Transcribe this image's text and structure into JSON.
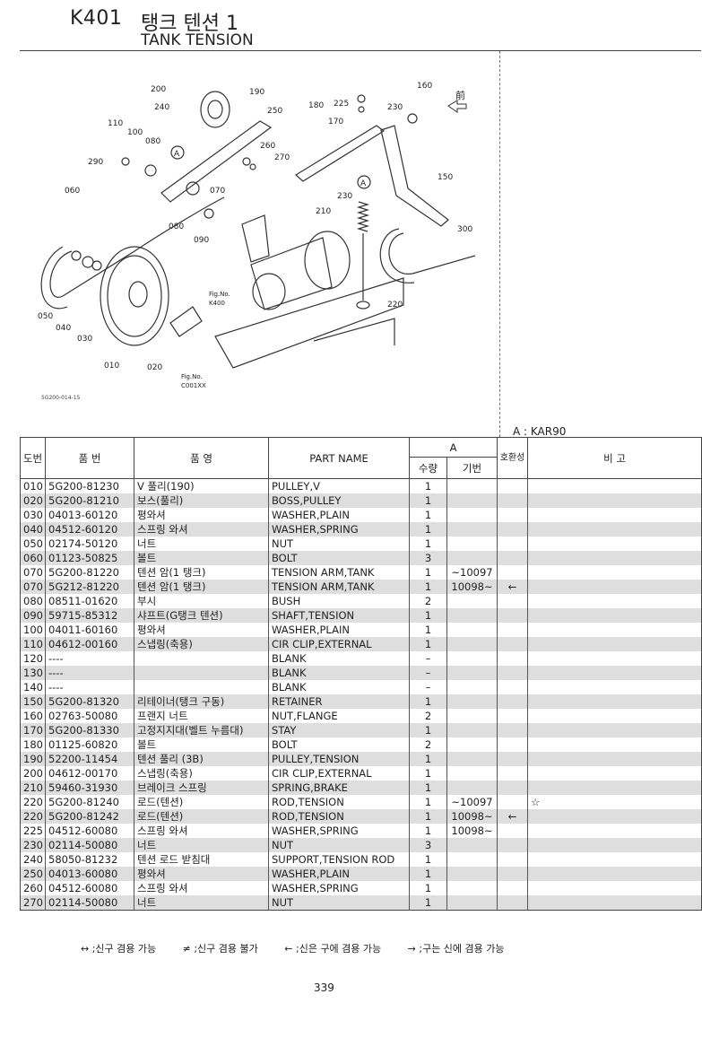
{
  "header": {
    "code": "K401",
    "title_ko": "탱크 텐션 1",
    "title_en": "TANK TENSION"
  },
  "diagram": {
    "labels": [
      "200",
      "190",
      "240",
      "250",
      "180",
      "225",
      "230",
      "160",
      "前",
      "110",
      "100",
      "080",
      "260",
      "270",
      "170",
      "290",
      "070",
      "150",
      "060",
      "230",
      "210",
      "080",
      "090",
      "300",
      "050",
      "040",
      "030",
      "010",
      "020",
      "220",
      "A",
      "A"
    ],
    "fig_refs": [
      {
        "line1": "Fig.No.",
        "line2": "K400"
      },
      {
        "line1": "Fig.No.",
        "line2": "C001XX"
      }
    ],
    "figure_code": "5G200-014-15"
  },
  "variant_label": "A : KAR90",
  "table": {
    "headers": {
      "no": "도번",
      "part_no": "품 번",
      "name_ko": "품 영",
      "part_name": "PART NAME",
      "group_a": "A",
      "qty": "수량",
      "serial": "기번",
      "compat": "호환성",
      "remarks": "비 고"
    },
    "rows": [
      {
        "no": "010",
        "part": "5G200-81230",
        "ko": "V 풀리(190)",
        "en": "PULLEY,V",
        "qty": "1",
        "serial": "",
        "compat": "",
        "remark": ""
      },
      {
        "no": "020",
        "part": "5G200-81210",
        "ko": "보스(풀리)",
        "en": "BOSS,PULLEY",
        "qty": "1",
        "serial": "",
        "compat": "",
        "remark": ""
      },
      {
        "no": "030",
        "part": "04013-60120",
        "ko": "평와셔",
        "en": "WASHER,PLAIN",
        "qty": "1",
        "serial": "",
        "compat": "",
        "remark": ""
      },
      {
        "no": "040",
        "part": "04512-60120",
        "ko": "스프링 와셔",
        "en": "WASHER,SPRING",
        "qty": "1",
        "serial": "",
        "compat": "",
        "remark": ""
      },
      {
        "no": "050",
        "part": "02174-50120",
        "ko": "너트",
        "en": "NUT",
        "qty": "1",
        "serial": "",
        "compat": "",
        "remark": ""
      },
      {
        "no": "060",
        "part": "01123-50825",
        "ko": "볼트",
        "en": "BOLT",
        "qty": "3",
        "serial": "",
        "compat": "",
        "remark": ""
      },
      {
        "no": "070",
        "part": "5G200-81220",
        "ko": "텐션 암(1 탱크)",
        "en": "TENSION ARM,TANK",
        "qty": "1",
        "serial": "~10097",
        "compat": "",
        "remark": ""
      },
      {
        "no": "070",
        "part": "5G212-81220",
        "ko": "텐션 암(1 탱크)",
        "en": "TENSION ARM,TANK",
        "qty": "1",
        "serial": "10098~",
        "compat": "←",
        "remark": ""
      },
      {
        "no": "080",
        "part": "08511-01620",
        "ko": "부시",
        "en": "BUSH",
        "qty": "2",
        "serial": "",
        "compat": "",
        "remark": ""
      },
      {
        "no": "090",
        "part": "59715-85312",
        "ko": "샤프트(G탱크 텐션)",
        "en": "SHAFT,TENSION",
        "qty": "1",
        "serial": "",
        "compat": "",
        "remark": ""
      },
      {
        "no": "100",
        "part": "04011-60160",
        "ko": "평와셔",
        "en": "WASHER,PLAIN",
        "qty": "1",
        "serial": "",
        "compat": "",
        "remark": ""
      },
      {
        "no": "110",
        "part": "04612-00160",
        "ko": "스냅링(축용)",
        "en": "CIR CLIP,EXTERNAL",
        "qty": "1",
        "serial": "",
        "compat": "",
        "remark": ""
      },
      {
        "no": "120",
        "part": "----",
        "ko": "",
        "en": "BLANK",
        "qty": "–",
        "serial": "",
        "compat": "",
        "remark": ""
      },
      {
        "no": "130",
        "part": "----",
        "ko": "",
        "en": "BLANK",
        "qty": "–",
        "serial": "",
        "compat": "",
        "remark": ""
      },
      {
        "no": "140",
        "part": "----",
        "ko": "",
        "en": "BLANK",
        "qty": "–",
        "serial": "",
        "compat": "",
        "remark": ""
      },
      {
        "no": "150",
        "part": "5G200-81320",
        "ko": "리테이너(탱크 구동)",
        "en": "RETAINER",
        "qty": "1",
        "serial": "",
        "compat": "",
        "remark": ""
      },
      {
        "no": "160",
        "part": "02763-50080",
        "ko": "프랜지 너트",
        "en": "NUT,FLANGE",
        "qty": "2",
        "serial": "",
        "compat": "",
        "remark": ""
      },
      {
        "no": "170",
        "part": "5G200-81330",
        "ko": "고정지지대(벨트 누름대)",
        "en": "STAY",
        "qty": "1",
        "serial": "",
        "compat": "",
        "remark": ""
      },
      {
        "no": "180",
        "part": "01125-60820",
        "ko": "볼트",
        "en": "BOLT",
        "qty": "2",
        "serial": "",
        "compat": "",
        "remark": ""
      },
      {
        "no": "190",
        "part": "52200-11454",
        "ko": "텐션 풀리 (3B)",
        "en": "PULLEY,TENSION",
        "qty": "1",
        "serial": "",
        "compat": "",
        "remark": ""
      },
      {
        "no": "200",
        "part": "04612-00170",
        "ko": "스냅링(축용)",
        "en": "CIR CLIP,EXTERNAL",
        "qty": "1",
        "serial": "",
        "compat": "",
        "remark": ""
      },
      {
        "no": "210",
        "part": "59460-31930",
        "ko": "브레이크 스프링",
        "en": "SPRING,BRAKE",
        "qty": "1",
        "serial": "",
        "compat": "",
        "remark": ""
      },
      {
        "no": "220",
        "part": "5G200-81240",
        "ko": "로드(텐션)",
        "en": "ROD,TENSION",
        "qty": "1",
        "serial": "~10097",
        "compat": "",
        "remark": "☆"
      },
      {
        "no": "220",
        "part": "5G200-81242",
        "ko": "로드(텐션)",
        "en": "ROD,TENSION",
        "qty": "1",
        "serial": "10098~",
        "compat": "←",
        "remark": ""
      },
      {
        "no": "225",
        "part": "04512-60080",
        "ko": "스프링 와셔",
        "en": "WASHER,SPRING",
        "qty": "1",
        "serial": "10098~",
        "compat": "",
        "remark": ""
      },
      {
        "no": "230",
        "part": "02114-50080",
        "ko": "너트",
        "en": "NUT",
        "qty": "3",
        "serial": "",
        "compat": "",
        "remark": ""
      },
      {
        "no": "240",
        "part": "58050-81232",
        "ko": "텐션 로드 받침대",
        "en": "SUPPORT,TENSION ROD",
        "qty": "1",
        "serial": "",
        "compat": "",
        "remark": ""
      },
      {
        "no": "250",
        "part": "04013-60080",
        "ko": "평와셔",
        "en": "WASHER,PLAIN",
        "qty": "1",
        "serial": "",
        "compat": "",
        "remark": ""
      },
      {
        "no": "260",
        "part": "04512-60080",
        "ko": "스프링 와셔",
        "en": "WASHER,SPRING",
        "qty": "1",
        "serial": "",
        "compat": "",
        "remark": ""
      },
      {
        "no": "270",
        "part": "02114-50080",
        "ko": "너트",
        "en": "NUT",
        "qty": "1",
        "serial": "",
        "compat": "",
        "remark": ""
      }
    ]
  },
  "legend": [
    "↔ ;신구 겸용 가능",
    "≠ ;신구 겸용 불가",
    "← ;신은 구에 겸용 가능",
    "→ ;구는 신에 겸용 가능"
  ],
  "page_number": "339"
}
